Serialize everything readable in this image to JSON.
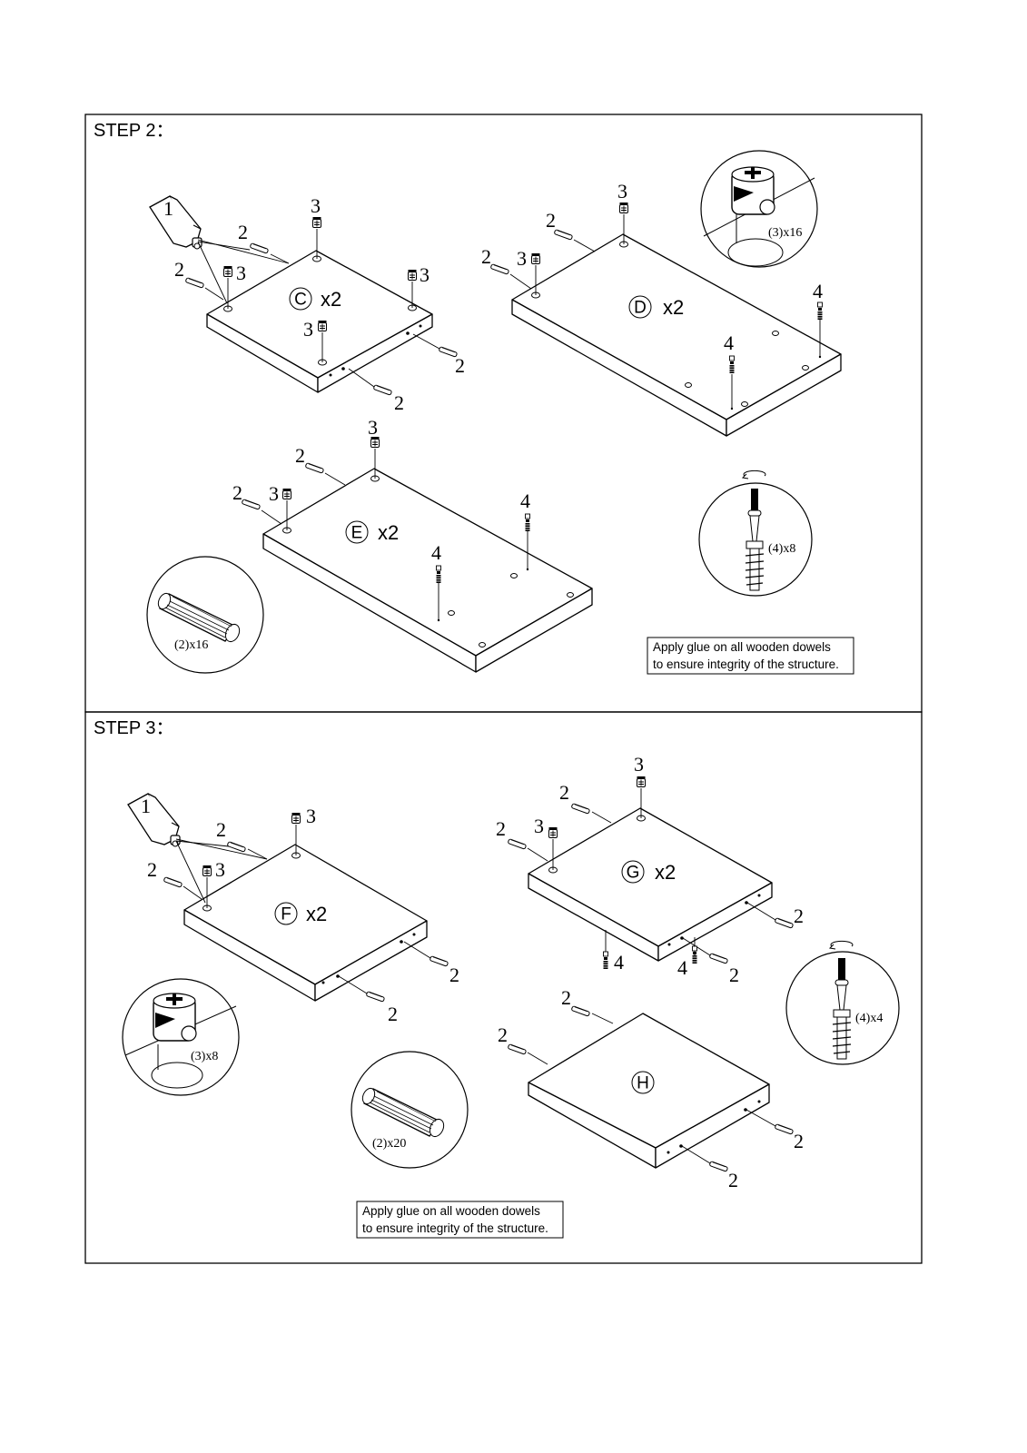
{
  "steps": [
    {
      "title": "STEP 2：",
      "glue_number": "1",
      "panels": [
        {
          "letter": "C",
          "qty": "x2"
        },
        {
          "letter": "D",
          "qty": "x2"
        },
        {
          "letter": "E",
          "qty": "x2"
        }
      ],
      "detail_callouts": {
        "cam_lock": "(3)x16",
        "dowel": "(2)x16",
        "screw": "(4)x8"
      },
      "note": [
        "Apply glue on all wooden dowels",
        "to ensure integrity of the structure."
      ]
    },
    {
      "title": "STEP 3：",
      "glue_number": "1",
      "panels": [
        {
          "letter": "F",
          "qty": "x2"
        },
        {
          "letter": "G",
          "qty": "x2"
        },
        {
          "letter": "H",
          "qty": ""
        }
      ],
      "detail_callouts": {
        "cam_lock": "(3)x8",
        "dowel": "(2)x20",
        "screw": "(4)x4"
      },
      "note": [
        "Apply glue on all wooden dowels",
        "to ensure integrity of the structure."
      ]
    }
  ],
  "part_numbers": {
    "dowel": "2",
    "cam": "3",
    "screw": "4"
  }
}
